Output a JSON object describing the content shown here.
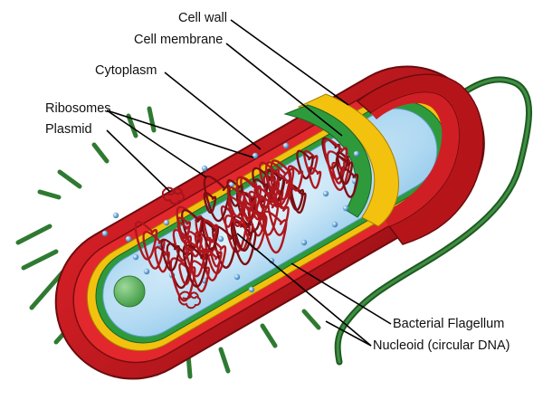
{
  "labels": {
    "cell_wall": "Cell wall",
    "cell_membrane": "Cell membrane",
    "cytoplasm": "Cytoplasm",
    "ribosomes": "Ribosomes",
    "plasmid": "Plasmid",
    "bacterial_flagellum": "Bacterial Flagellum",
    "nucleoid": "Nucleoid (circular DNA)"
  },
  "colors": {
    "capsule": "#c4171c",
    "capsule_dark": "#8e0e12",
    "cell_wall": "#f3c20f",
    "cell_membrane": "#2e9a3c",
    "cytoplasm": "#bfe3f7",
    "dna": "#a3141b",
    "pili": "#2f7a32",
    "flagellum": "#2a6e2c",
    "ribosome": "#4f93cc"
  }
}
